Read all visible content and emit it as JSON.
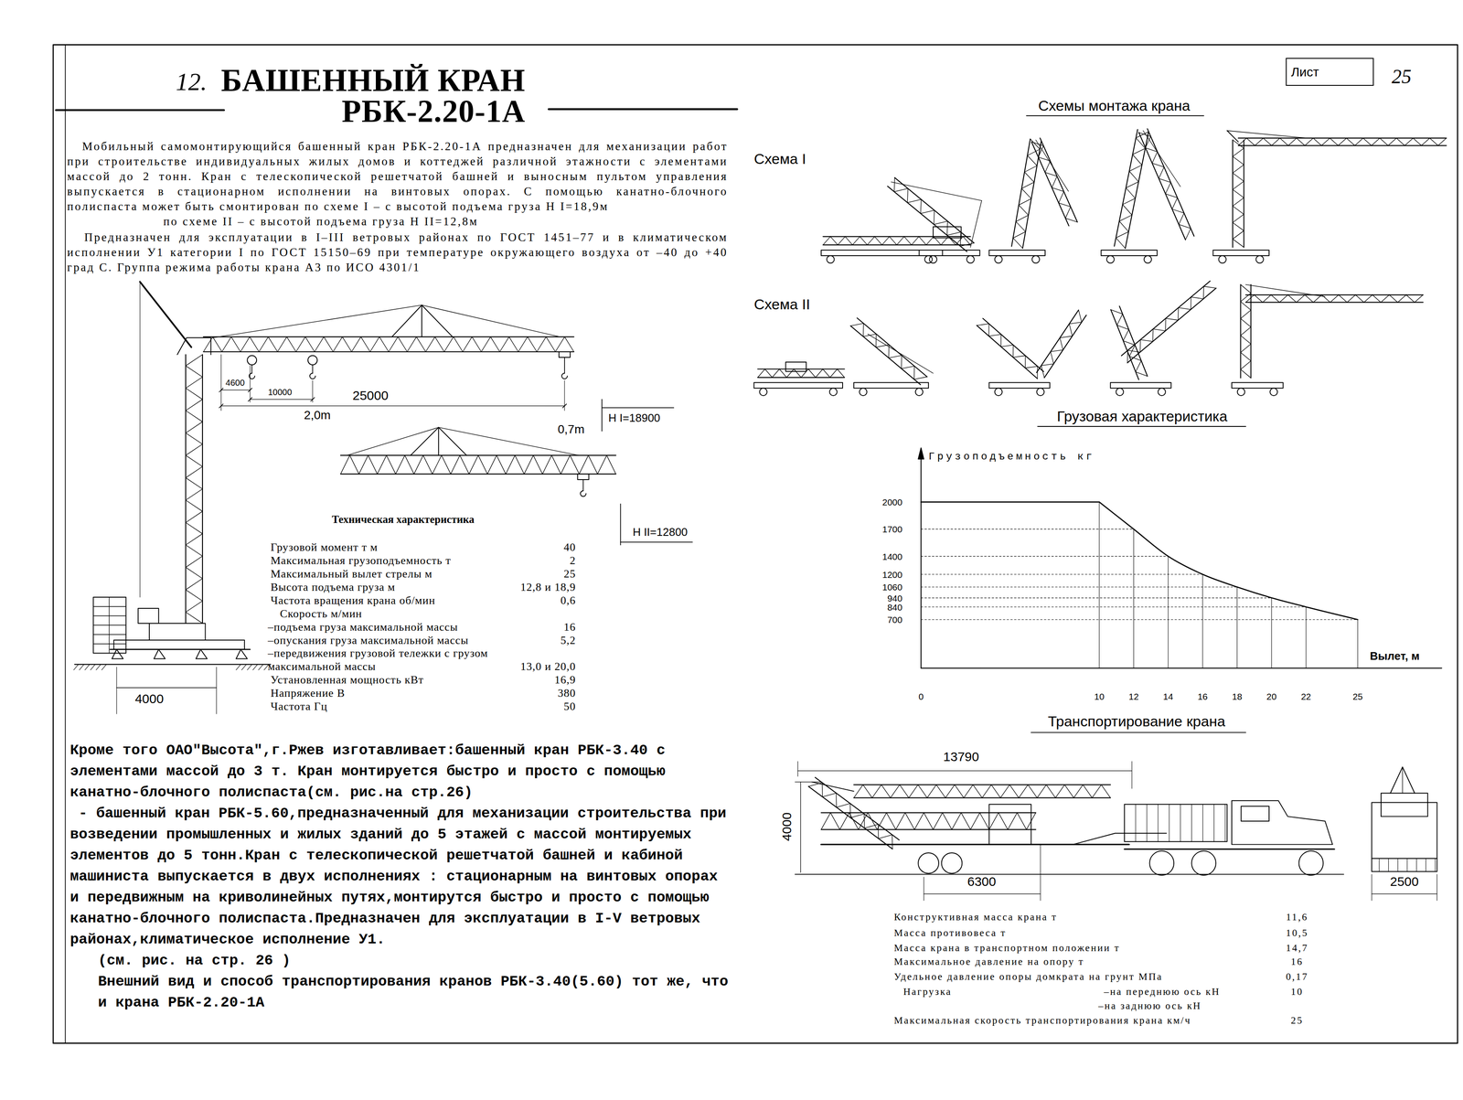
{
  "diagram": {
    "title": "БАШЕННЫЙ КРАН РБК-2.20-1А",
    "nodes": [
      {
        "text": [
          "Лист"
        ]
      }
    ],
    "labels": [
      "12.",
      "Мобильный самомонтирующийся башенный кран РБК-2.20-1А предназначен для механизации работ при строительстве индивидуальных жилых домов и коттеджей различной этажности с элементами массой до 2 тонн. Кран с телескопической решетчатой башней и выносным пультом управления выпускается в стационарном исполнении на винтовых опорах. С помощью канатно-блочного полиспаста может быть смонтирован по схеме I – с высотой подъема груза Н I=18,9м",
      "по схеме II – с высотой подъема груза Н II=12,8м",
      "Предназначен для эксплуатации в I–III ветровых районах по ГОСТ 1451–77 и в климатическом исполнении У1 категории I по ГОСТ 15150–69 при температуре окружающего воздуха от –40 до +40 град С. Группа режима работы крана А3 по ИСО 4301/1",
      "4600",
      "10000",
      "25000",
      "2,0m",
      "0,7m",
      "Н I=18900",
      "Н II=12800",
      "4000",
      "Техническая характеристика",
      "Грузовой момент т м",
      "40",
      "Максимальная грузоподъемность т",
      "2",
      "Максимальный вылет стрелы м",
      "25",
      "Высота подъема груза м",
      "12,8 и 18,9",
      "Частота вращения крана об/мин",
      "0,6",
      "Скорость м/мин",
      "–подъема груза максимальной массы",
      "16",
      "–опускания груза максимальной массы",
      "5,2",
      "–передвижения грузовой тележки с грузом максимальной массы",
      "13,0 и 20,0",
      "Установленная мощность кВт",
      "16,9",
      "Напряжение В",
      "380",
      "Частота Гц",
      "50",
      "Кроме того ОАО\"Высота\",г.Ржев изготавливает:башенный кран РБК-3.40 с элементами массой до 3 т. Кран монтируется быстро и просто с помощью канатно-блочного полиспаста(см. рис.на стр.26)",
      "- башенный кран РБК-5.60,предназначенный для механизации строительства при возведении промышленных и жилых зданий до 5 этажей с массой монтируемых элементов до 5 тонн.Кран с телескопической решетчатой башней и кабиной машиниста выпускается в двух исполнениях : стационарным на винтовых опорах и передвижным на криволинейных путях,монтирутся быстро и просто с помощью канатно-блочного полиспаста.Предназначен для эксплуатации в I-V ветровых районах,климатическое исполнение У1.",
      "(см. рис. на стр. 26 )",
      "Внешний вид и способ транспортирования кранов РБК-3.40(5.60) тот же, что и крана РБК-2.20-1А",
      "25",
      "Схемы монтажа крана",
      "Схема I",
      "Схема II",
      "Грузовая характеристика",
      "Грузоподъемность кг",
      "2000",
      "1700",
      "1400",
      "1200",
      "1060",
      "940",
      "840",
      "700",
      "Вылет, м",
      "0",
      "10",
      "12",
      "14",
      "16",
      "18",
      "20",
      "22",
      "25",
      "Транспортирование крана",
      "13790",
      "4000",
      "6300",
      "2500",
      "Конструктивная масса крана т",
      "11,6",
      "Масса противовеса т",
      "10,5",
      "Масса крана в транспортном положении т",
      "14,7",
      "Максимальное давление на опору т",
      "16",
      "Удельное давление опоры домкрата на грунт МПа",
      "0,17",
      "Нагрузка",
      "–на переднюю ось кН",
      "10",
      "–на заднюю ось кН",
      "Максимальная скорость транспортирования крана км/ч",
      "25"
    ]
  }
}
